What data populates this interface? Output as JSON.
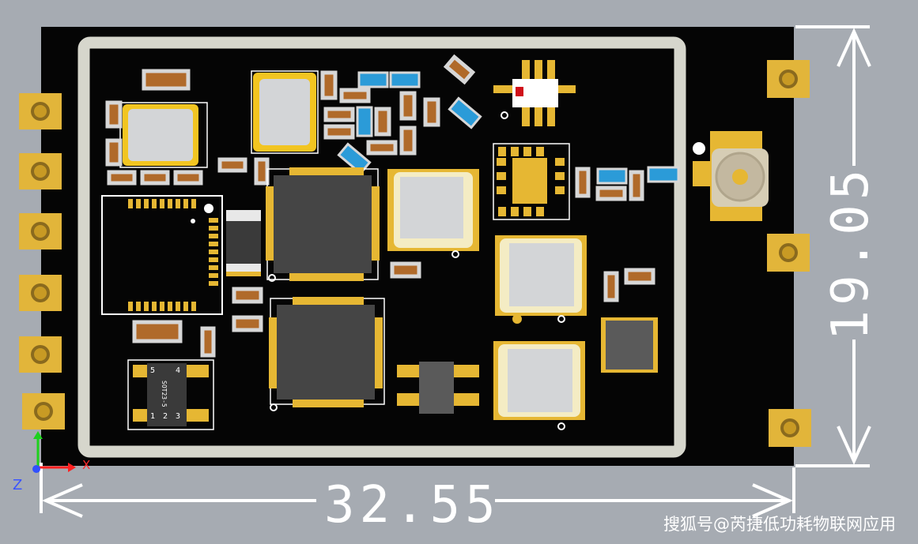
{
  "dimensions": {
    "width_label": "32.55",
    "height_label": "19.05"
  },
  "watermark": "搜狐号@芮捷低功耗物联网应用",
  "chip_marking": {
    "pin5": "5",
    "pin4": "4",
    "pin1": "1",
    "pin2": "2",
    "pin3": "3",
    "text": "SOT23-5"
  },
  "axis": {
    "z_label": "Z",
    "x_label": "X"
  },
  "colors": {
    "background": "#a6abb2",
    "board": "#050505",
    "frame": "#d8d8cf",
    "gold_pad": "#e6b733",
    "chip_body": "#454545",
    "blue_smd": "#2b9bd8",
    "brown_smd": "#b06a2a"
  }
}
